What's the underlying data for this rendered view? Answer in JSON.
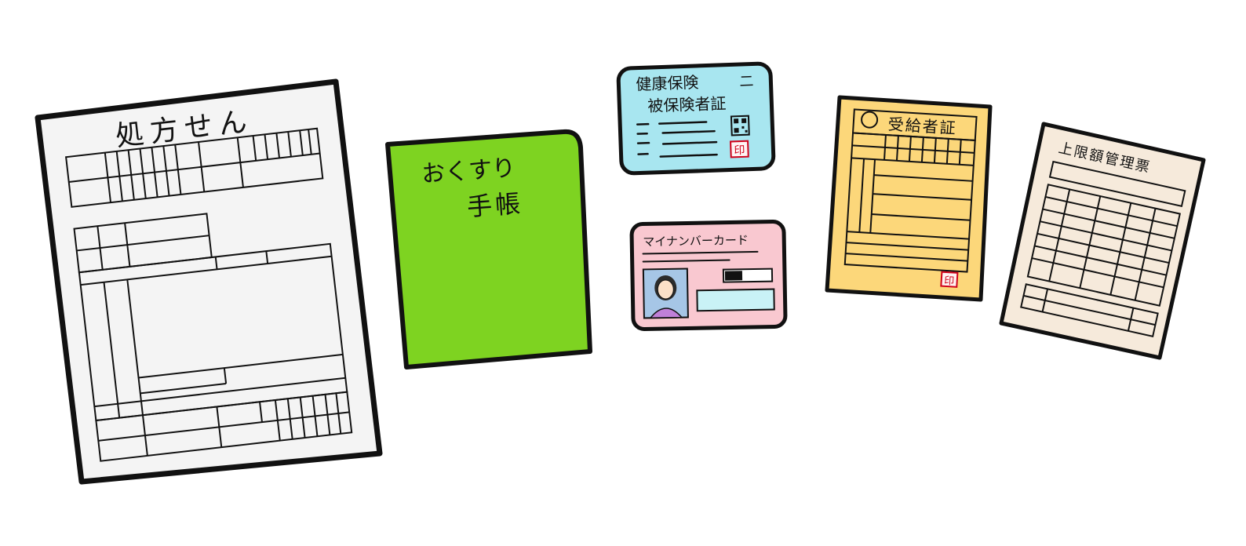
{
  "items": {
    "prescription": {
      "title": "処方せん",
      "paper_color": "#f4f4f4"
    },
    "medicine_notebook": {
      "title_line1": "おくすり",
      "title_line2": "手帳",
      "cover_color": "#7ed321"
    },
    "health_insurance_card": {
      "title_line1": "健康保険",
      "title_line2": "被保険者証",
      "mark": "二",
      "seal": "印",
      "card_color": "#a8e6f0"
    },
    "my_number_card": {
      "title": "マイナンバーカード",
      "card_color": "#f9c8d0"
    },
    "recipient_certificate": {
      "title": "受給者証",
      "seal": "印",
      "card_color": "#fcd77a"
    },
    "copay_limit_sheet": {
      "title": "上限額管理票",
      "paper_color": "#f6eadb"
    }
  }
}
